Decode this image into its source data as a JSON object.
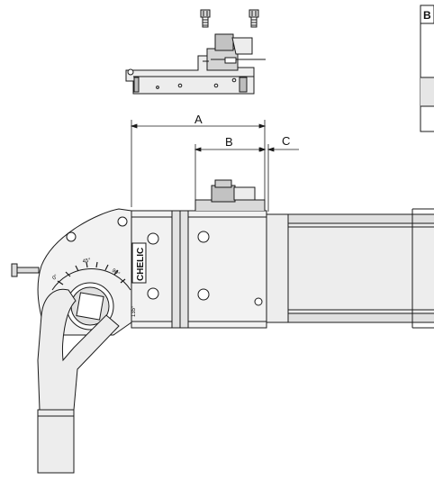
{
  "dimensions": {
    "a_label": "A",
    "b_label": "B",
    "c_label": "C"
  },
  "brand": {
    "logo_text": "CHELIC"
  },
  "scale_marks": {
    "zero": "0°",
    "forty_five": "45°",
    "ninety": "90°",
    "one_thirty_five": "135°"
  },
  "table": {
    "header_letter": "B"
  },
  "colors": {
    "line": "#1a1a1a",
    "body_fill": "#eeeeee",
    "mid_fill": "#dcdcdc",
    "dark_fill": "#bdbdbd",
    "table_shade": "#e6e6e6"
  }
}
